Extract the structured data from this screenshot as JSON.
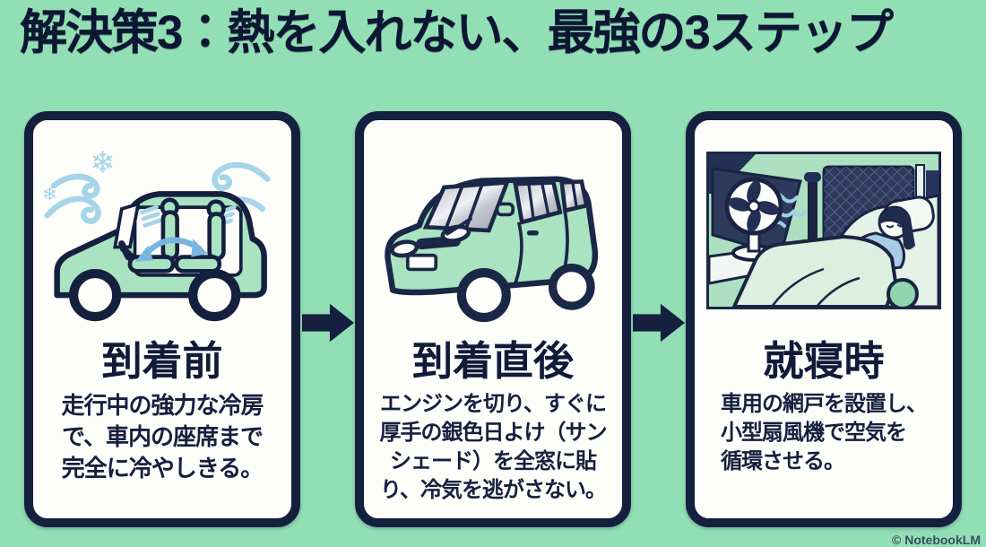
{
  "title": "解決策3：熱を入れない、最強の3ステップ",
  "watermark": "© NotebookLM",
  "steps": [
    {
      "heading": "到着前",
      "body": "走行中の強力な冷房\nで、車内の座席まで\n完全に冷やしきる。",
      "illustration": "car-precooling-side-view"
    },
    {
      "heading": "到着直後",
      "body": "エンジンを切り、すぐに\n厚手の銀色日よけ（サン\nシェード）を全窓に貼\nり、冷気を逃がさない。",
      "illustration": "car-with-silver-sunshades"
    },
    {
      "heading": "就寝時",
      "body": "車用の網戸を設置し、\n小型扇風機で空気を\n循環させる。",
      "illustration": "sleeping-in-car-with-fan"
    }
  ],
  "icons": {
    "step_connector": "right-arrow-icon",
    "cold_air": "snowflake-icon"
  },
  "colors": {
    "background": "#93dfb5",
    "card_background": "#fdfdfa",
    "outline_navy": "#15203f",
    "title_navy": "#0d1733",
    "wind_light_blue": "#a6d4ea",
    "arrow_blue": "#7ab5e0",
    "car_green": "#a9e3c1",
    "sunshade_silver": "#c9ccd4",
    "window_dark": "#2e3a5c",
    "blanket_green": "#ddefdf",
    "shirt_blue": "#a8cbe8"
  }
}
